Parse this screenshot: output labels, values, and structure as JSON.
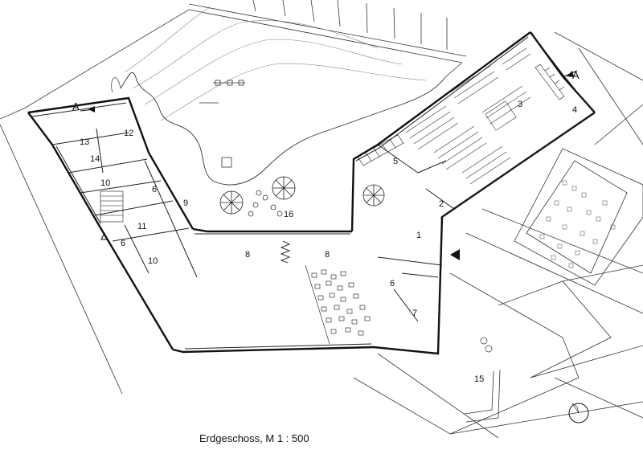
{
  "caption": "Erdgeschoss, M 1 : 500",
  "section_marker": "A",
  "room_labels": {
    "r1": "1",
    "r2": "2",
    "r3": "3",
    "r4": "4",
    "r5": "5",
    "r6a": "6",
    "r6b": "6",
    "r6c": "6",
    "r7": "7",
    "r8a": "8",
    "r8b": "8",
    "r9": "9",
    "r10a": "10",
    "r10b": "10",
    "r11": "11",
    "r12": "12",
    "r13": "13",
    "r14": "14",
    "r15": "15",
    "r16": "16"
  },
  "icons": [
    "north-arrow-icon",
    "entrance-arrow-icon",
    "section-marker-icon",
    "tree-icon"
  ]
}
